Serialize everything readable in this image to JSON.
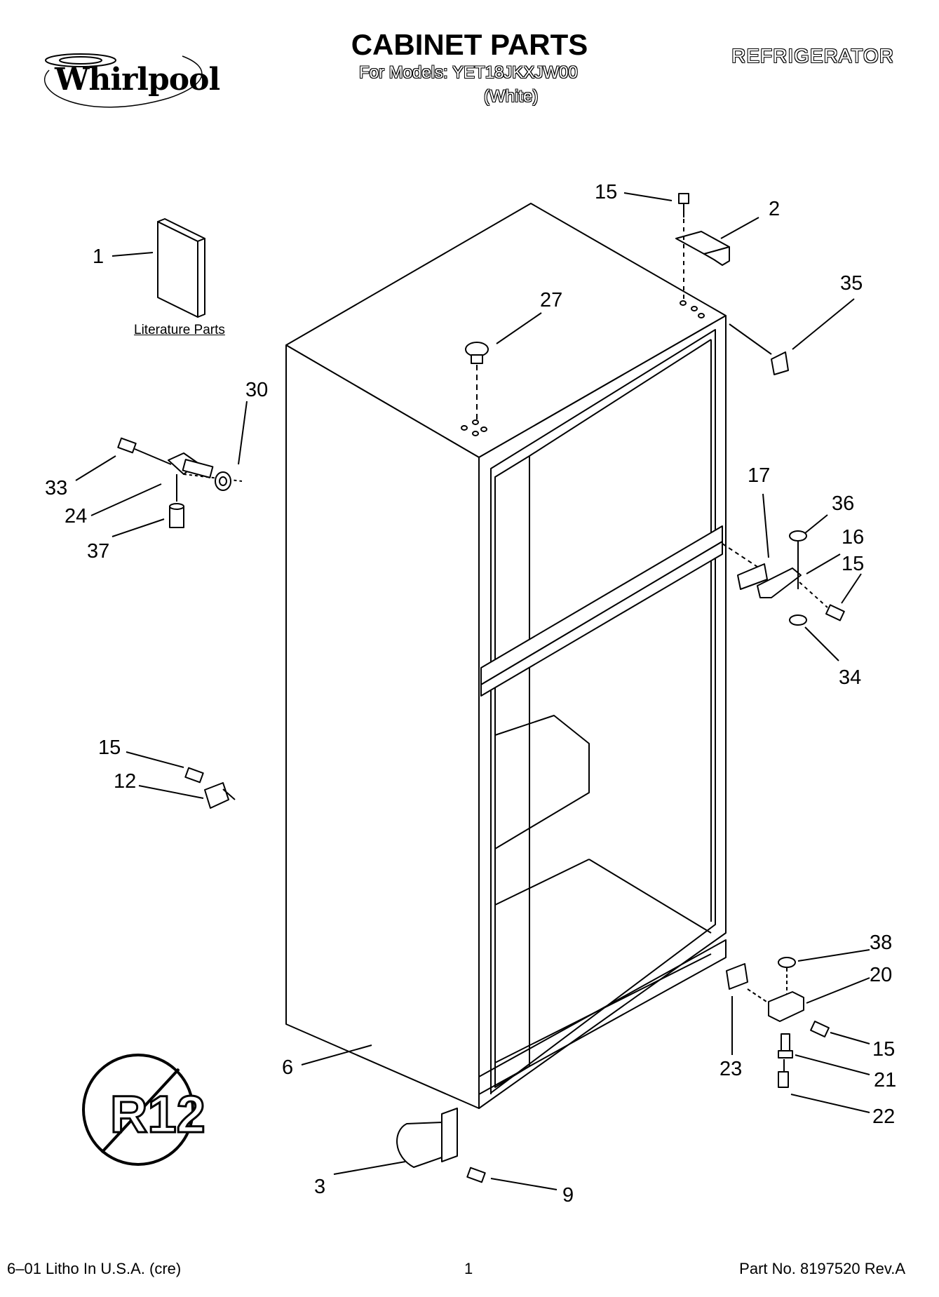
{
  "header": {
    "brand": "Whirlpool",
    "title": "CABINET PARTS",
    "models": "For Models: YET18JKXJW00",
    "finish": "(White)",
    "category": "REFRIGERATOR"
  },
  "literature_label": "Literature Parts",
  "callouts": {
    "c1": "1",
    "c2": "2",
    "c3": "3",
    "c6": "6",
    "c9": "9",
    "c12": "12",
    "c15a": "15",
    "c15b": "15",
    "c15c": "15",
    "c15d": "15",
    "c16": "16",
    "c17": "17",
    "c20": "20",
    "c21": "21",
    "c22": "22",
    "c23": "23",
    "c24": "24",
    "c27": "27",
    "c30": "30",
    "c33": "33",
    "c34": "34",
    "c35": "35",
    "c36": "36",
    "c37": "37",
    "c38": "38"
  },
  "badge": "R12",
  "footer": {
    "left": "6–01 Litho In U.S.A. (cre)",
    "page": "1",
    "right": "Part No. 8197520 Rev.A"
  }
}
